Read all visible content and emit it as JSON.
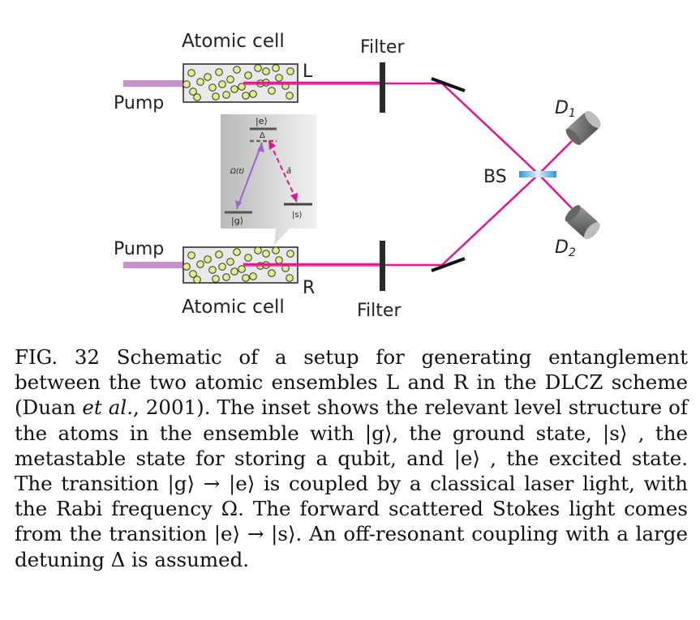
{
  "figure": {
    "labels": {
      "atomic_cell_top": "Atomic cell",
      "atomic_cell_bottom": "Atomic cell",
      "filter_top": "Filter",
      "filter_bottom": "Filter",
      "pump_top": "Pump",
      "pump_bottom": "Pump",
      "ensemble_L": "L",
      "ensemble_R": "R",
      "beam_splitter": "BS",
      "detector_1": "D",
      "detector_1_sub": "1",
      "detector_2": "D",
      "detector_2_sub": "2"
    },
    "inset": {
      "excited": "|e⟩",
      "ground": "|g⟩",
      "metastable": "|s⟩",
      "detuning": "Δ",
      "rabi": "Ω(t)",
      "stokes": "â"
    },
    "colors": {
      "pump_beam": "#c98fd0",
      "stokes_beam": "#e4138f",
      "atom_fill": "#e2ee86",
      "cell_fill": "#e9e9e9",
      "detector": "#777777",
      "bs_blue": "#3aa6dd"
    }
  },
  "caption": {
    "fig_label": "FIG. 32",
    "p1": " Schematic of a setup for generating entanglement between the two atomic ensembles L and R in the DLCZ scheme (Duan ",
    "et_al": "et al.",
    "p2": ", 2001). The inset shows the relevant level structure of the atoms in the ensemble with |g⟩, the ground state, |s⟩ , the metastable state for storing a qubit, and |e⟩ , the excited state. The transition |g⟩ → |e⟩ is coupled by a classical laser light, with the Rabi frequency Ω. The forward scattered Stokes light comes from the transition |e⟩ → |s⟩. An off-resonant coupling with a large detuning Δ is assumed."
  }
}
